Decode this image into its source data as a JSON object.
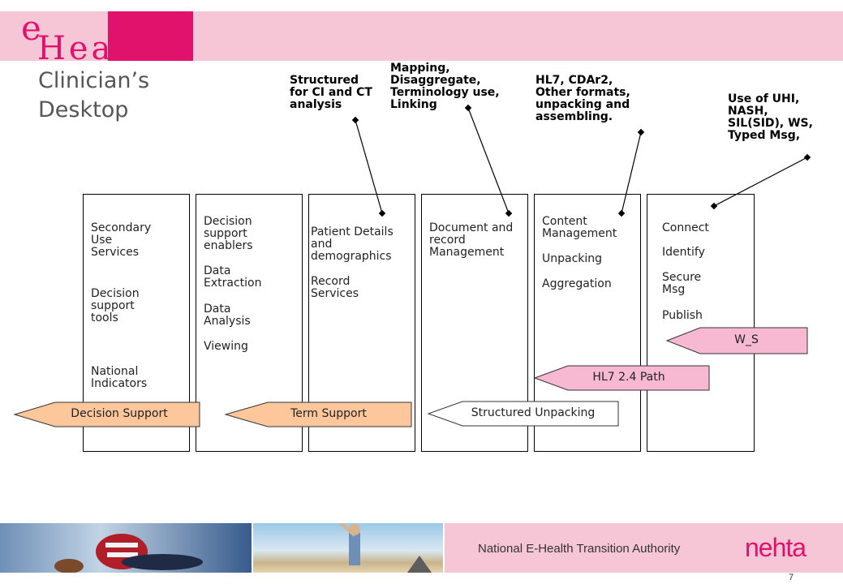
{
  "header": {
    "logo_e": "e",
    "logo_health": "Health",
    "title_line1": "Clinician’s",
    "title_line2": "Desktop"
  },
  "callouts": [
    {
      "id": "structured",
      "text": "Structured\nfor CI and CT\nanalysis"
    },
    {
      "id": "mapping",
      "text": "Mapping,\nDisaggregate,\nTerminology use,\nLinking"
    },
    {
      "id": "hl7",
      "text": "HL7, CDAr2,\nOther formats,\nunpacking and\nassembling."
    },
    {
      "id": "uhi",
      "text": "Use of UHI,\nNASH,\nSIL(SID), WS,\nTyped Msg,"
    }
  ],
  "columns": [
    {
      "items": [
        "Secondary\nUse\nServices",
        "Decision\nsupport\ntools",
        "National\nIndicators"
      ]
    },
    {
      "items": [
        "Decision\nsupport\nenablers",
        "Data\nExtraction",
        "Data\nAnalysis",
        "Viewing"
      ]
    },
    {
      "items": [
        "Patient Details\nand\ndemographics",
        "Record\nServices"
      ]
    },
    {
      "items": [
        "Document and\nrecord\nManagement"
      ]
    },
    {
      "items": [
        "Content\nManagement",
        "Unpacking",
        "Aggregation"
      ]
    },
    {
      "items": [
        "Connect",
        "Identify",
        "Secure\nMsg",
        "Publish"
      ]
    }
  ],
  "arrows": {
    "decision_support": "Decision Support",
    "term_support": "Term Support",
    "structured_unpacking": "Structured Unpacking",
    "hl7_path": "HL7 2.4 Path",
    "ws": "W_S"
  },
  "colors": {
    "pink_band": "#f7c6d6",
    "magenta": "#e1126c",
    "peach_arrow": "#fdc69b",
    "pink_arrow": "#f7b9d2"
  },
  "footer": {
    "org_name": "National E-Health Transition Authority",
    "logo_text": "nehta",
    "page_number": "7"
  }
}
